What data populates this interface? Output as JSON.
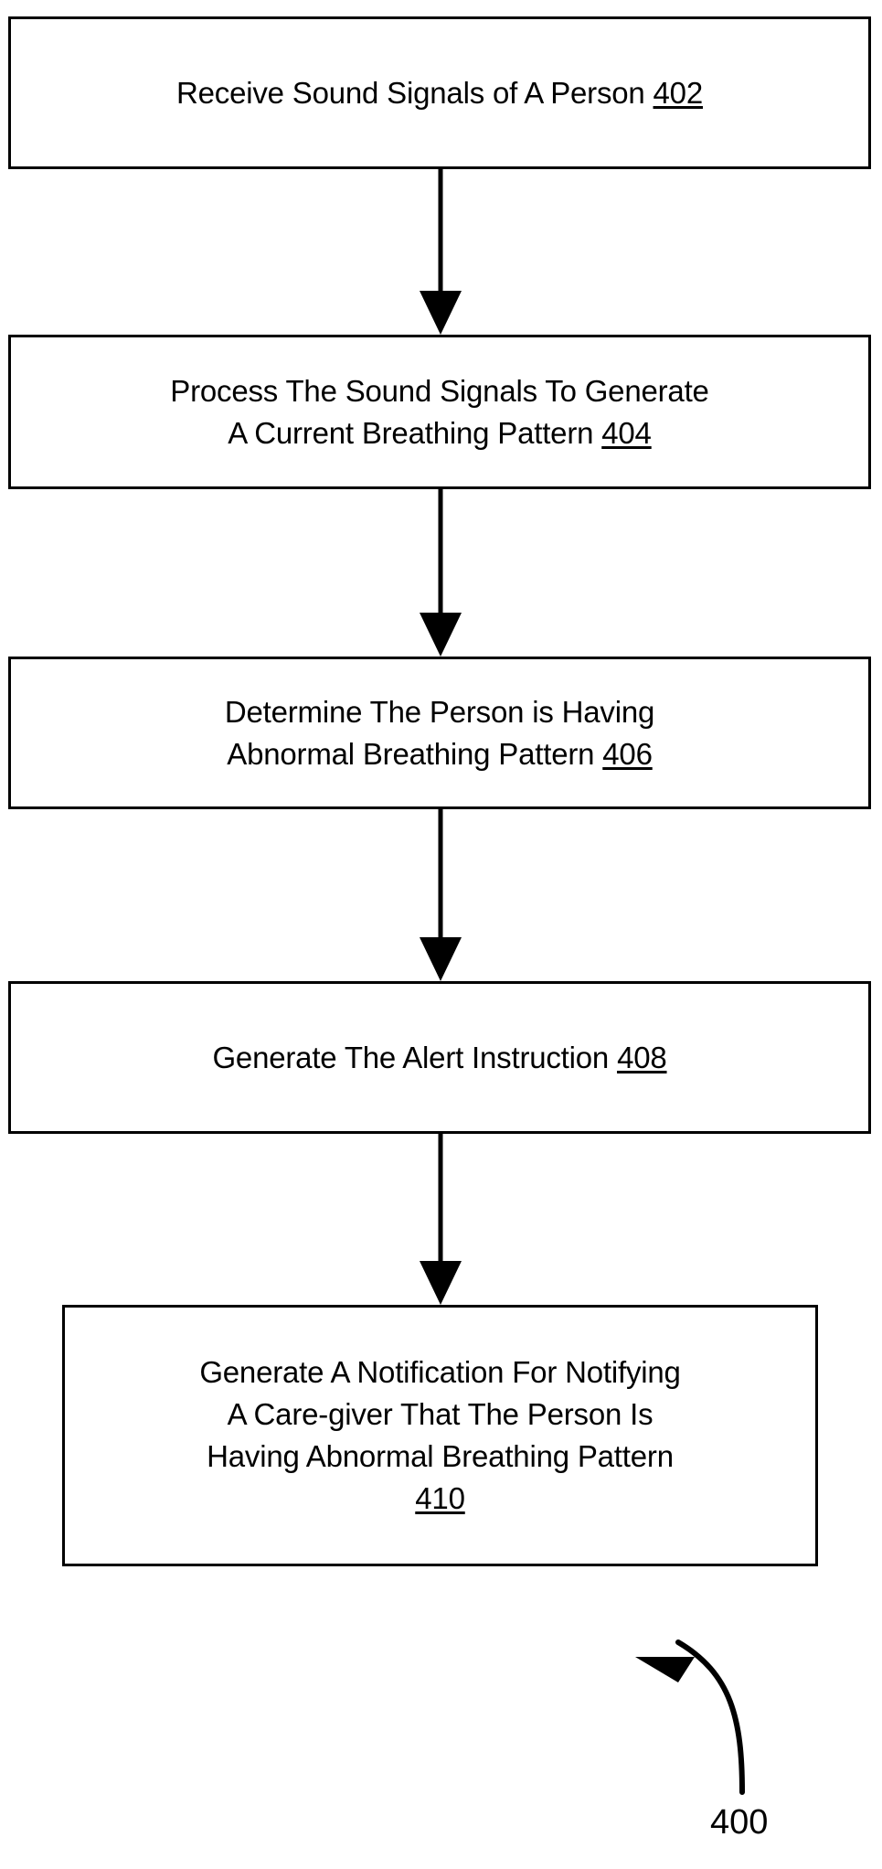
{
  "figure": {
    "type": "patent-flowchart",
    "reference_numeral": "400",
    "orientation": "vertical-top-to-bottom"
  },
  "colors": {
    "background": "#ffffff",
    "stroke": "#000000",
    "text": "#000000"
  },
  "nodes": [
    {
      "id": "402",
      "text": "Receive Sound Signals of A Person ",
      "ref": "402",
      "lines": 1
    },
    {
      "id": "404",
      "text": "Process The Sound Signals To Generate\nA Current Breathing Pattern ",
      "ref": "404",
      "lines": 2
    },
    {
      "id": "406",
      "text": "Determine The Person is Having\nAbnormal Breathing Pattern ",
      "ref": "406",
      "lines": 2
    },
    {
      "id": "408",
      "text": "Generate The Alert Instruction ",
      "ref": "408",
      "lines": 1
    },
    {
      "id": "410",
      "text": "Generate A Notification For Notifying\nA Care-giver That The Person Is\nHaving Abnormal Breathing Pattern\n",
      "ref": "410",
      "lines": 4
    }
  ],
  "connectors": [
    {
      "name": "arrow-402-to-404",
      "from": "402",
      "to": "404",
      "style": "straight-down-filled-arrowhead"
    },
    {
      "name": "arrow-404-to-406",
      "from": "404",
      "to": "406",
      "style": "straight-down-filled-arrowhead"
    },
    {
      "name": "arrow-406-to-408",
      "from": "406",
      "to": "408",
      "style": "straight-down-filled-arrowhead"
    },
    {
      "name": "arrow-408-to-410",
      "from": "408",
      "to": "410",
      "style": "straight-down-filled-arrowhead"
    },
    {
      "name": "figure-leader-arrow",
      "from": "400",
      "to": "410",
      "style": "curved-up-left-filled-arrowhead"
    }
  ],
  "figure_label": {
    "text": "400"
  }
}
